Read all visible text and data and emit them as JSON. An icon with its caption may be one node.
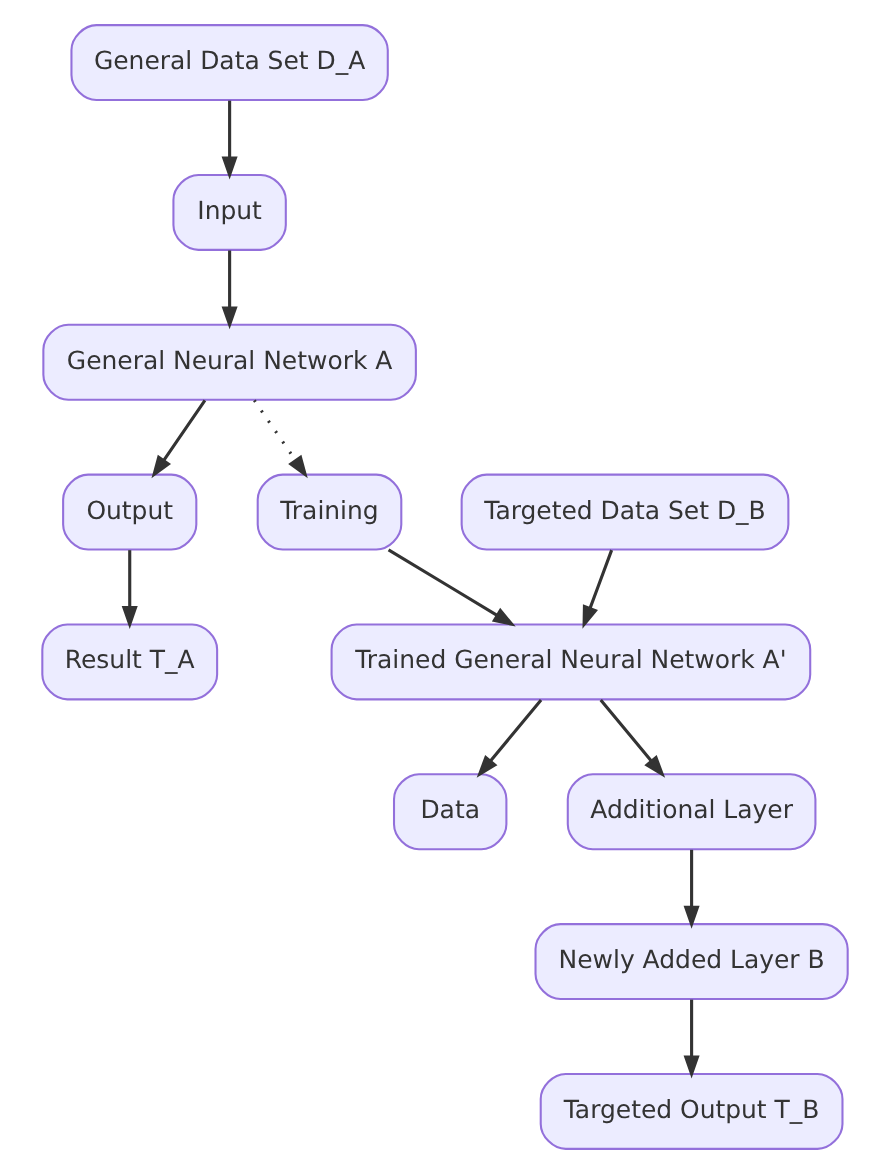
{
  "diagram": {
    "nodes": [
      {
        "text": [
          "General Data Set D_A"
        ]
      },
      {
        "text": [
          "Input"
        ]
      },
      {
        "text": [
          "General Neural Network A"
        ]
      },
      {
        "text": [
          "Output"
        ]
      },
      {
        "text": [
          "Training"
        ]
      },
      {
        "text": [
          "Targeted Data Set D_B"
        ]
      },
      {
        "text": [
          "Result T_A"
        ]
      },
      {
        "text": [
          "Trained General Neural Network A'"
        ]
      },
      {
        "text": [
          "Data"
        ]
      },
      {
        "text": [
          "Additional Layer"
        ]
      },
      {
        "text": [
          "Newly Added Layer B"
        ]
      },
      {
        "text": [
          "Targeted Output T_B"
        ]
      }
    ],
    "edges": [
      {
        "from": 0,
        "to": 1,
        "arrow": "to"
      },
      {
        "from": 1,
        "to": 2,
        "arrow": "to"
      },
      {
        "from": 2,
        "to": 3,
        "arrow": "to"
      },
      {
        "from": 2,
        "to": 4,
        "arrow": "to",
        "style": "dashed"
      },
      {
        "from": 3,
        "to": 6,
        "arrow": "to"
      },
      {
        "from": 4,
        "to": 7,
        "arrow": "to"
      },
      {
        "from": 5,
        "to": 7,
        "arrow": "to"
      },
      {
        "from": 7,
        "to": 8,
        "arrow": "to"
      },
      {
        "from": 7,
        "to": 9,
        "arrow": "to"
      },
      {
        "from": 9,
        "to": 10,
        "arrow": "to"
      },
      {
        "from": 10,
        "to": 11,
        "arrow": "to"
      }
    ]
  }
}
